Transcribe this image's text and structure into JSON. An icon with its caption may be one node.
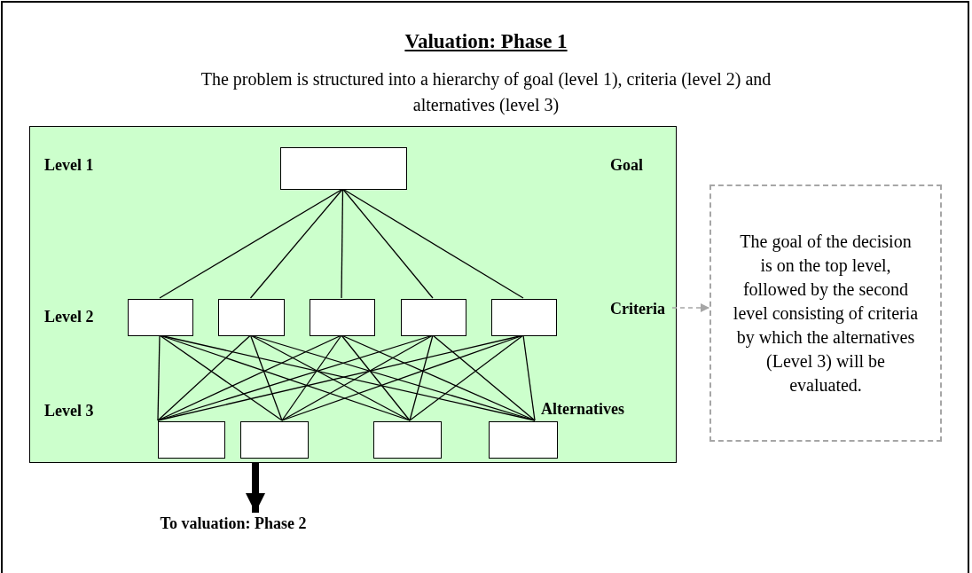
{
  "diagram": {
    "title": "Valuation: Phase 1",
    "nodes": [
      {
        "text": [],
        "shape": "box"
      },
      {
        "text": [],
        "shape": "box",
        "in": 0
      },
      {
        "text": [],
        "shape": "box",
        "in": 0
      },
      {
        "text": [],
        "shape": "box",
        "in": 0
      },
      {
        "text": [],
        "shape": "box",
        "in": 0
      },
      {
        "text": [],
        "shape": "box",
        "in": 0
      },
      {
        "text": [],
        "shape": "box",
        "in": 0
      },
      {
        "text": [],
        "shape": "box",
        "in": 0
      },
      {
        "text": [],
        "shape": "box",
        "in": 0
      },
      {
        "text": [],
        "shape": "box",
        "in": 0
      },
      {
        "text": [],
        "shape": "box",
        "in": 0
      },
      {
        "text": [
          "Criteria"
        ],
        "in": 0
      },
      {
        "text": [
          "The goal of the decision is on the top level, followed by the second level consisting of criteria by which the alternatives (Level 3) will be evaluated."
        ]
      },
      {
        "text": [
          "To valuation: Phase 2"
        ]
      }
    ],
    "edges": [
      {
        "from": 1,
        "to": 2,
        "arrow": "none"
      },
      {
        "from": 1,
        "to": 3,
        "arrow": "none"
      },
      {
        "from": 1,
        "to": 4,
        "arrow": "none"
      },
      {
        "from": 1,
        "to": 5,
        "arrow": "none"
      },
      {
        "from": 1,
        "to": 6,
        "arrow": "none"
      },
      {
        "from": 2,
        "to": 7,
        "arrow": "none"
      },
      {
        "from": 2,
        "to": 8,
        "arrow": "none"
      },
      {
        "from": 2,
        "to": 9,
        "arrow": "none"
      },
      {
        "from": 2,
        "to": 10,
        "arrow": "none"
      },
      {
        "from": 3,
        "to": 7,
        "arrow": "none"
      },
      {
        "from": 3,
        "to": 8,
        "arrow": "none"
      },
      {
        "from": 3,
        "to": 9,
        "arrow": "none"
      },
      {
        "from": 3,
        "to": 10,
        "arrow": "none"
      },
      {
        "from": 4,
        "to": 7,
        "arrow": "none"
      },
      {
        "from": 4,
        "to": 8,
        "arrow": "none"
      },
      {
        "from": 4,
        "to": 9,
        "arrow": "none"
      },
      {
        "from": 4,
        "to": 10,
        "arrow": "none"
      },
      {
        "from": 5,
        "to": 7,
        "arrow": "none"
      },
      {
        "from": 5,
        "to": 8,
        "arrow": "none"
      },
      {
        "from": 5,
        "to": 9,
        "arrow": "none"
      },
      {
        "from": 5,
        "to": 10,
        "arrow": "none"
      },
      {
        "from": 6,
        "to": 7,
        "arrow": "none"
      },
      {
        "from": 6,
        "to": 8,
        "arrow": "none"
      },
      {
        "from": 6,
        "to": 9,
        "arrow": "none"
      },
      {
        "from": 6,
        "to": 10,
        "arrow": "none"
      },
      {
        "from": 11,
        "to": 12,
        "arrow": "to",
        "style": "dashed",
        "color": "#a6a6a6"
      },
      {
        "from": 0,
        "to": 13,
        "arrow": "to",
        "style": "thick"
      }
    ],
    "labels": [
      "The problem is structured into a hierarchy of goal (level 1), criteria (level 2) and alternatives (level 3)",
      "Level 1",
      "Goal",
      "Level 2",
      "Level 3",
      "Alternatives"
    ]
  }
}
